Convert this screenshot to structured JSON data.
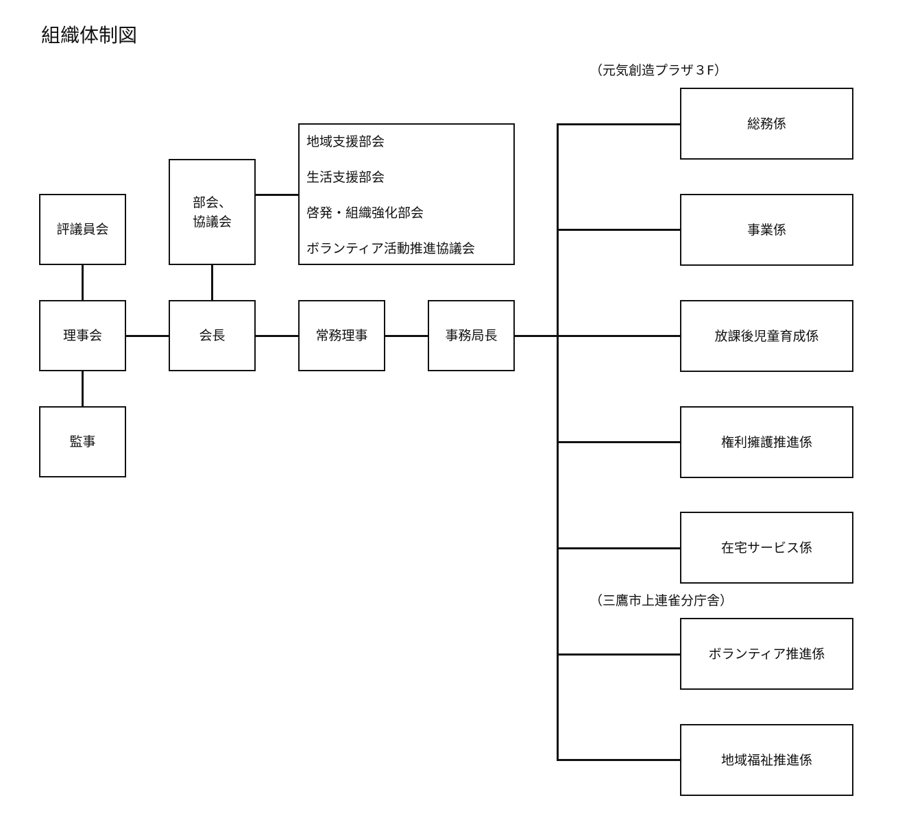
{
  "title": "組織体制図",
  "notes": {
    "plaza": "（元気創造プラザ３F）",
    "branch": "（三鷹市上連雀分庁舎）"
  },
  "nodes": {
    "hyogiin": "評議員会",
    "rijikai": "理事会",
    "kanji": "監事",
    "bukai_line1": "部会、",
    "bukai_line2": "協議会",
    "kaicho": "会長",
    "jomu": "常務理事",
    "jimukyokucho": "事務局長"
  },
  "bukai_list": [
    "地域支援部会",
    "生活支援部会",
    "啓発・組織強化部会",
    "ボランティア活動推進協議会"
  ],
  "sections": [
    "総務係",
    "事業係",
    "放課後児童育成係",
    "権利擁護推進係",
    "在宅サービス係",
    "ボランティア推進係",
    "地域福祉推進係"
  ]
}
